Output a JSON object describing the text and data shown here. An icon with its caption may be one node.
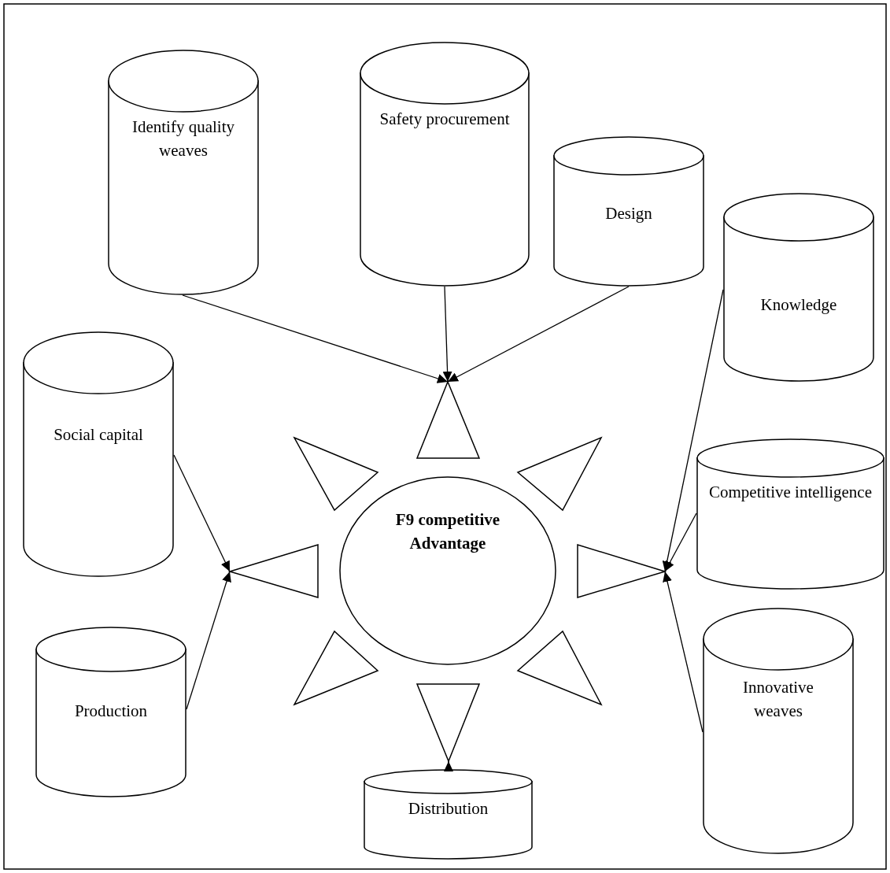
{
  "diagram": {
    "nodes": [
      {
        "text": [
          "Identify quality weaves"
        ]
      },
      {
        "text": [
          "Safety procurement"
        ]
      },
      {
        "text": [
          "Design"
        ]
      },
      {
        "text": [
          "Knowledge"
        ]
      },
      {
        "text": [
          "Social capital"
        ]
      },
      {
        "text": [],
        "shape": "triangle"
      },
      {
        "text": [],
        "shape": "triangle"
      },
      {
        "text": [],
        "shape": "triangle"
      },
      {
        "text": [
          "Competitive intelligence"
        ]
      },
      {
        "text": [
          "F9 competitive Advantage"
        ]
      },
      {
        "text": [],
        "shape": "triangle"
      },
      {
        "text": [],
        "shape": "triangle"
      },
      {
        "text": [
          "Production"
        ]
      },
      {
        "text": [],
        "shape": "triangle"
      },
      {
        "text": [],
        "shape": "triangle"
      },
      {
        "text": [
          "Innovative weaves"
        ]
      },
      {
        "text": [],
        "shape": "triangle"
      },
      {
        "text": [
          "Distribution"
        ]
      }
    ],
    "edges": [
      {
        "from": 0,
        "to": 5,
        "arrow": "to"
      },
      {
        "from": 1,
        "to": 5,
        "arrow": "to"
      },
      {
        "from": 2,
        "to": 5,
        "arrow": "to"
      },
      {
        "from": 4,
        "to": 10,
        "arrow": "to"
      },
      {
        "from": 12,
        "to": 10,
        "arrow": "to"
      },
      {
        "from": 3,
        "to": 11,
        "arrow": "to"
      },
      {
        "from": 8,
        "to": 11,
        "arrow": "to"
      },
      {
        "from": 15,
        "to": 11,
        "arrow": "to"
      },
      {
        "from": 17,
        "to": 16,
        "arrow": "to"
      }
    ]
  }
}
